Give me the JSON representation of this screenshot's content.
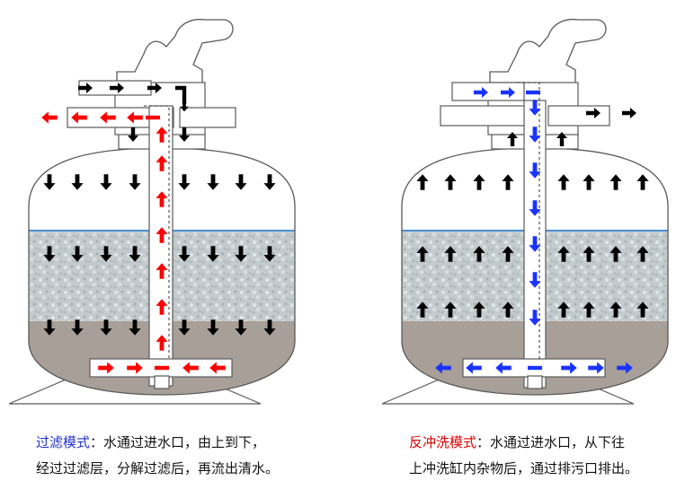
{
  "colors": {
    "background": "#ffffff",
    "filter_arrow": "#ff0000",
    "backwash_arrow": "#1a33ff",
    "flow_arrow": "#000000",
    "filter_mode_title": "#2233cc",
    "backwash_mode_title": "#e00000",
    "water_line": "#4a8fd0",
    "sand_media": "#c4cbcf",
    "gravel_layer": "#a79f98",
    "tank_outline": "#5a5a5a"
  },
  "panels": {
    "filter": {
      "title": "过滤模式",
      "separator": "：",
      "line1": "水通过进水口，由上到下，",
      "line2": "经过过滤层，分解过滤后，再流出清水。",
      "flow_direction": "down",
      "arrow_color": "red"
    },
    "backwash": {
      "title": "反冲洗模式",
      "separator": "：",
      "line1": "水通过进水口，从下往",
      "line2": "上冲洗缸内杂物后，通过排污口排出。",
      "flow_direction": "up",
      "arrow_color": "blue"
    }
  }
}
